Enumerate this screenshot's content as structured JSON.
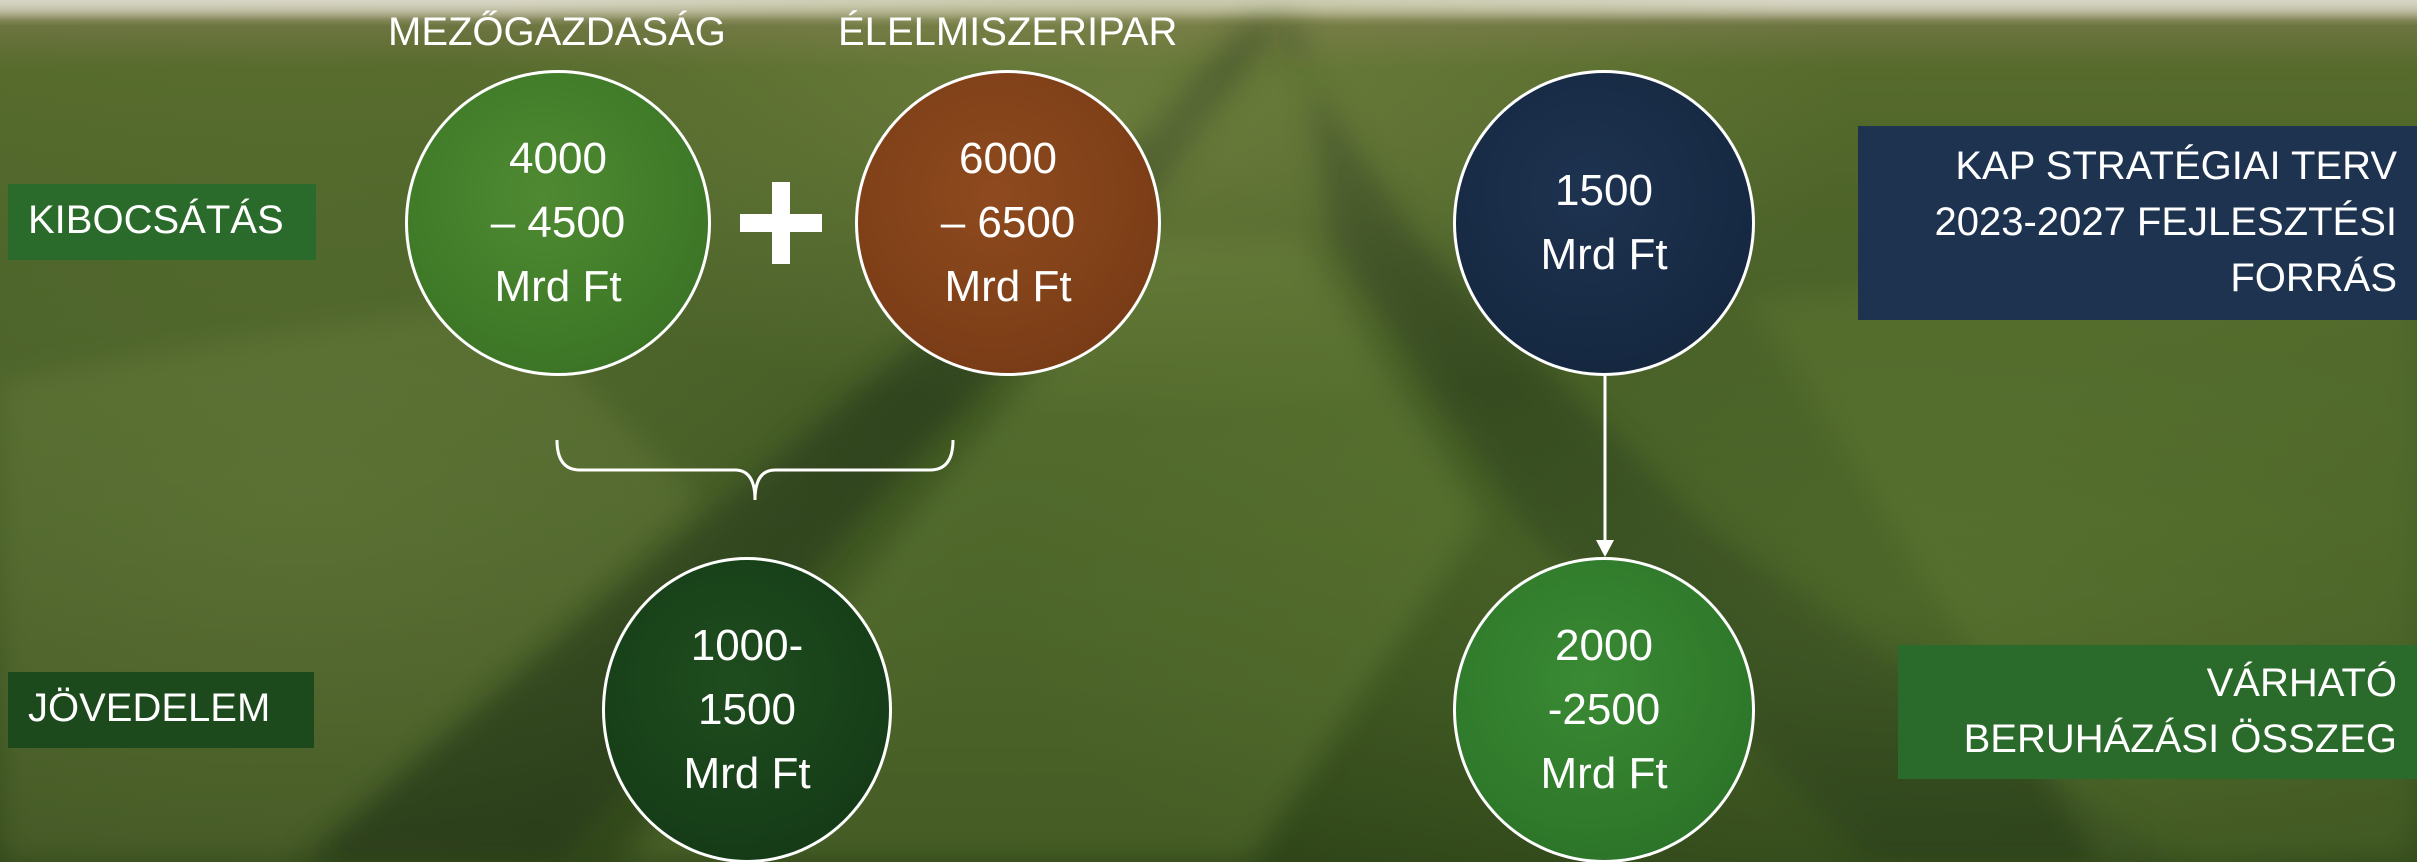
{
  "headers": {
    "agriculture": "MEZŐGAZDASÁG",
    "food_industry": "ÉLELMISZERIPAR"
  },
  "row_labels": {
    "output": "KIBOCSÁTÁS",
    "income": "JÖVEDELEM"
  },
  "circles": {
    "agriculture_output": [
      "4000",
      "– 4500",
      "Mrd Ft"
    ],
    "food_industry_output": [
      "6000",
      "– 6500",
      "Mrd Ft"
    ],
    "income": [
      "1000-",
      "1500",
      "Mrd Ft"
    ],
    "kap_source": [
      "1500",
      "Mrd Ft"
    ],
    "expected_investment": [
      "2000",
      "-2500",
      "Mrd Ft"
    ]
  },
  "side_boxes": {
    "kap_plan": [
      "KAP STRATÉGIAI TERV",
      "2023-2027 FEJLESZTÉSI",
      "FORRÁS"
    ],
    "expected_investment": [
      "VÁRHATÓ",
      "BERUHÁZÁSI ÖSSZEG"
    ]
  },
  "colors": {
    "agriculture_circle": "#3f7a28",
    "food_industry_circle": "#7e3f18",
    "kap_circle": "#172a44",
    "income_circle": "#173f18",
    "investment_circle": "#2f7a2b",
    "label_box_green": "#2a6a2a",
    "label_box_dark_green": "#1d4a1d",
    "label_box_navy": "#1d3350"
  }
}
